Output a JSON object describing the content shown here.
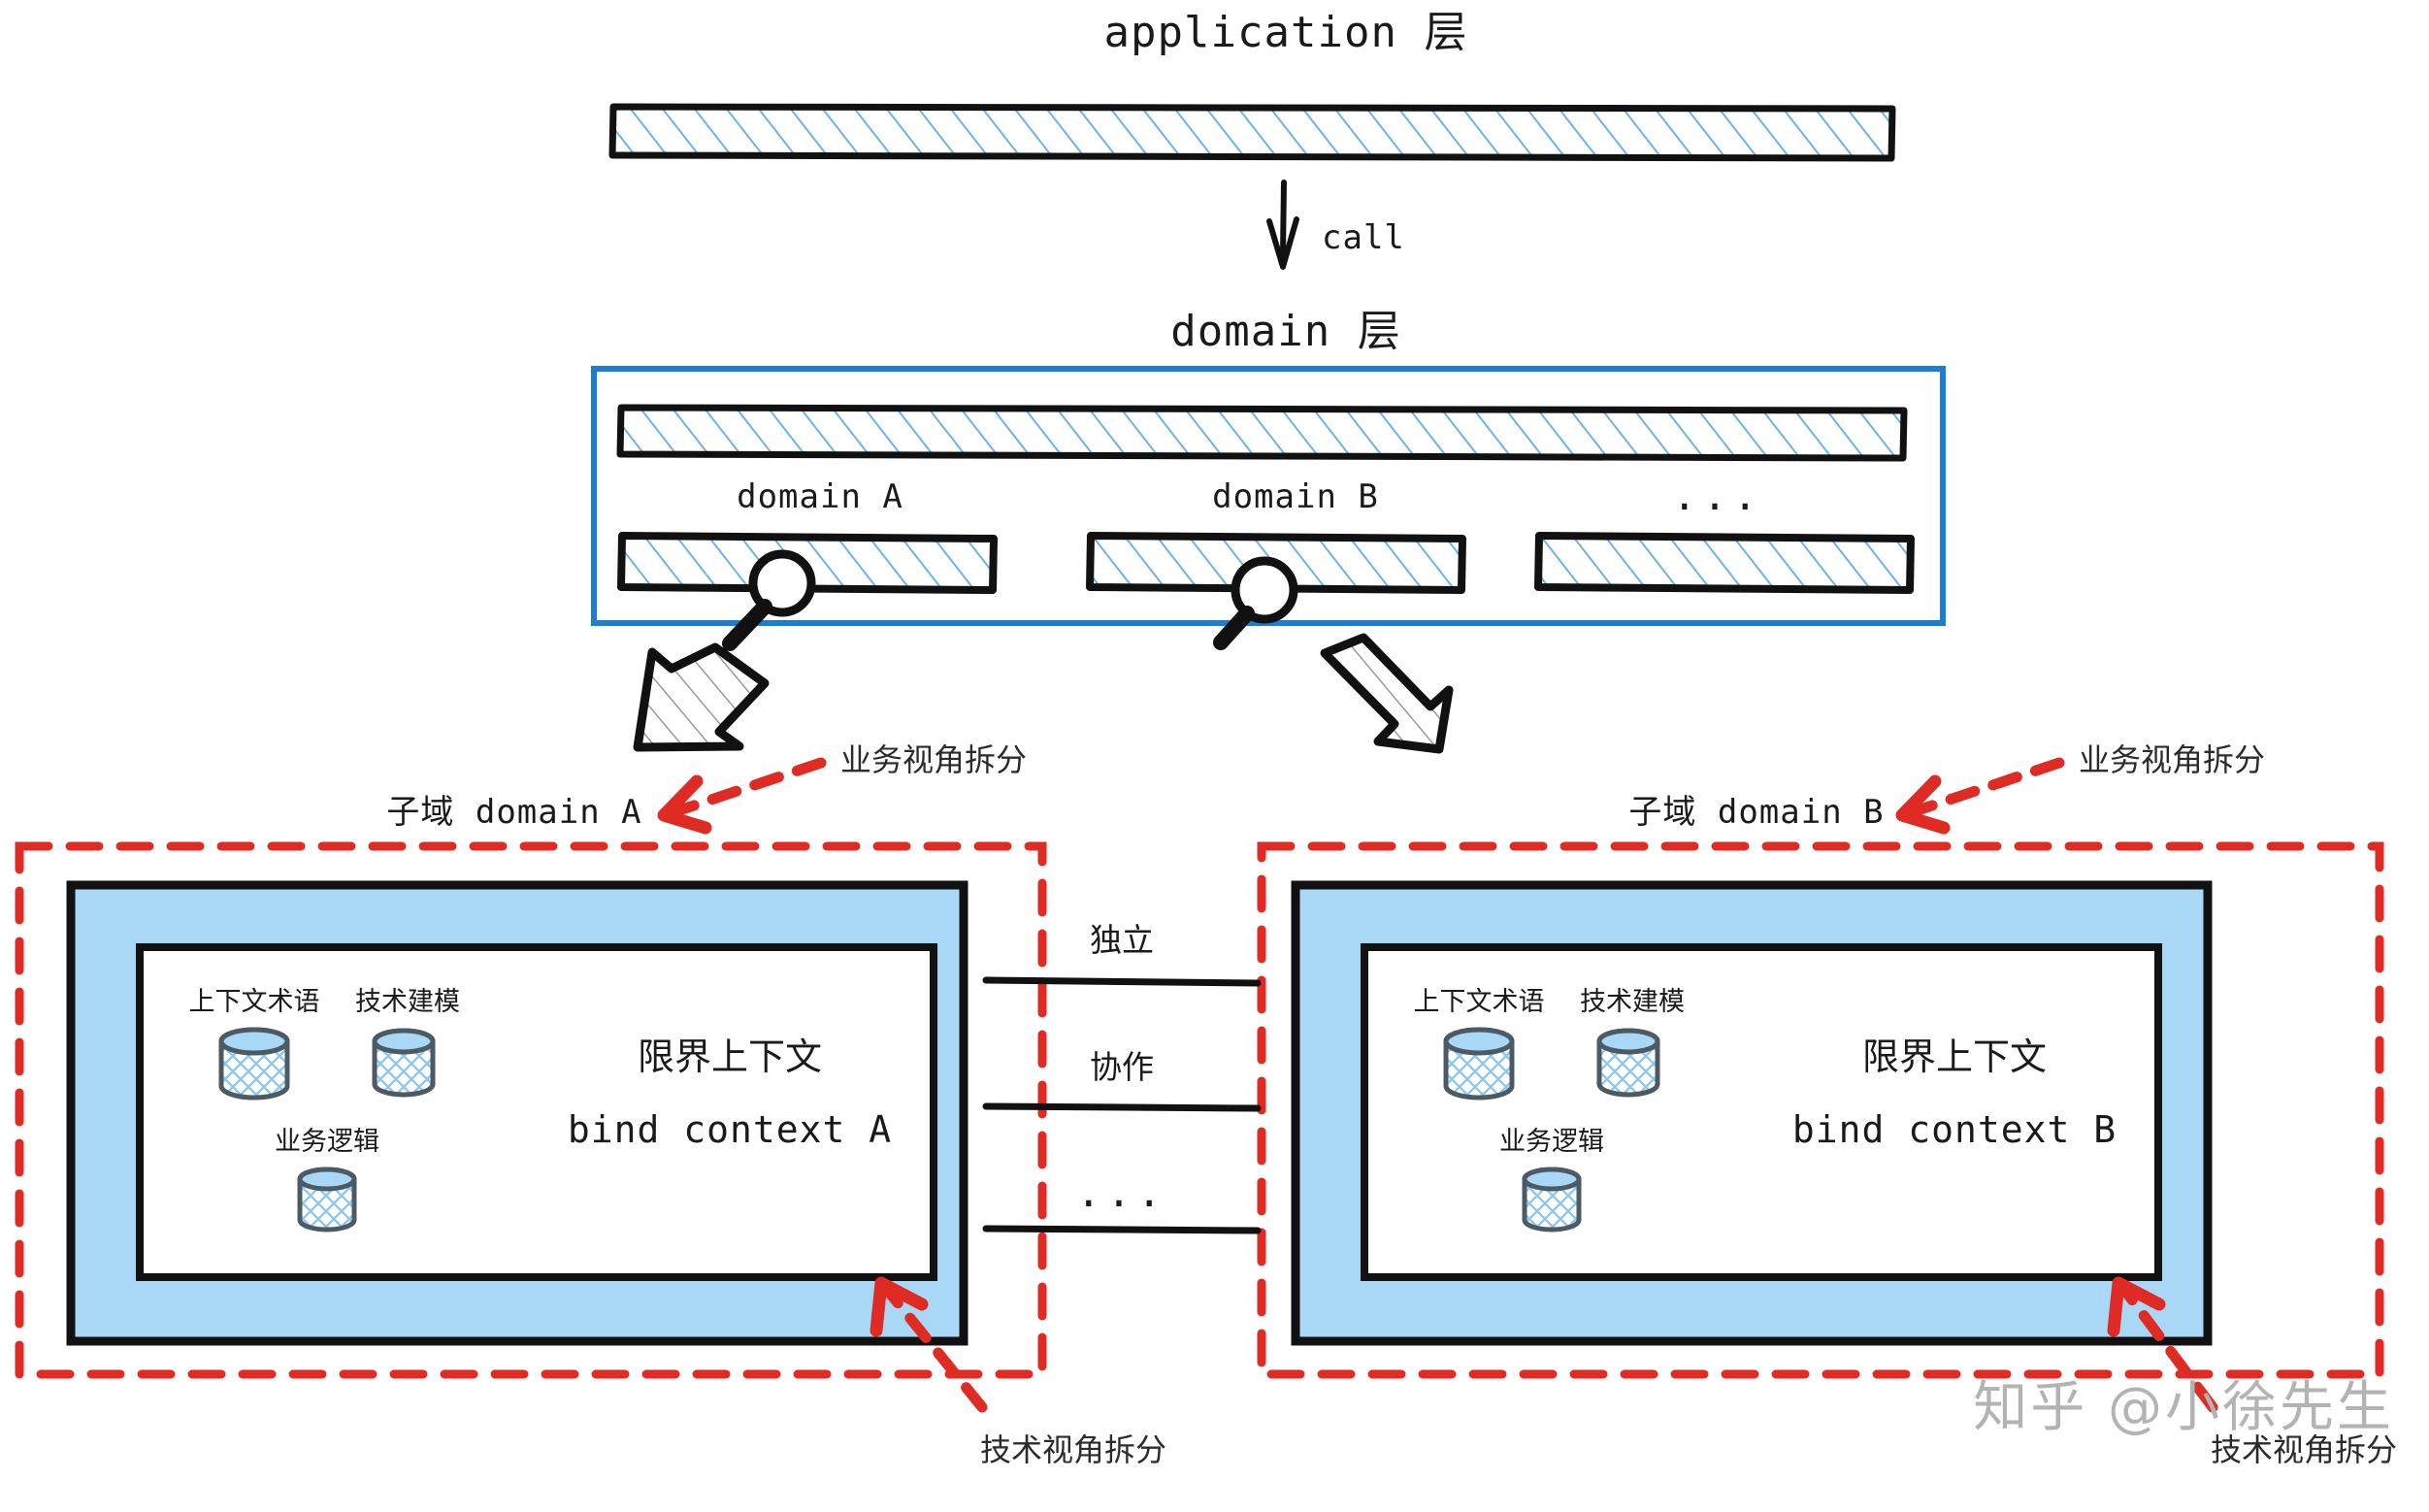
{
  "diagram": {
    "application_layer": {
      "title": "application 层",
      "bar_label": ""
    },
    "call_arrow": {
      "label": "call"
    },
    "domain_layer": {
      "title": "domain 层",
      "border_color": "#1a7fd4",
      "top_bar_label": "",
      "domains": [
        {
          "name": "domain A"
        },
        {
          "name": "domain B"
        },
        {
          "name": "..."
        }
      ]
    },
    "subdomains": [
      {
        "id": "a",
        "caption": "子域 domain A",
        "business_annotation": "业务视角拆分",
        "tech_annotation": "技术视角拆分",
        "context_title": "限界上下文",
        "context_name": "bind context A",
        "items": [
          {
            "label": "上下文术语"
          },
          {
            "label": "技术建模"
          },
          {
            "label": "业务逻辑"
          }
        ]
      },
      {
        "id": "b",
        "caption": "子域 domain B",
        "business_annotation": "业务视角拆分",
        "tech_annotation": "技术视角拆分",
        "context_title": "限界上下文",
        "context_name": "bind context B",
        "items": [
          {
            "label": "上下文术语"
          },
          {
            "label": "技术建模"
          },
          {
            "label": "业务逻辑"
          }
        ]
      }
    ],
    "relations": [
      {
        "label": "独立"
      },
      {
        "label": "协作"
      },
      {
        "label": "..."
      }
    ],
    "colors": {
      "blue_fill": "#a8d8f5",
      "blue_border": "#1a7fd4",
      "hatch_blue": "#5aa9e6",
      "red_dash": "#e02b24",
      "ink": "#1a1a1a",
      "watermark": "#b3b3b3"
    },
    "watermark": "知乎 @小徐先生"
  }
}
